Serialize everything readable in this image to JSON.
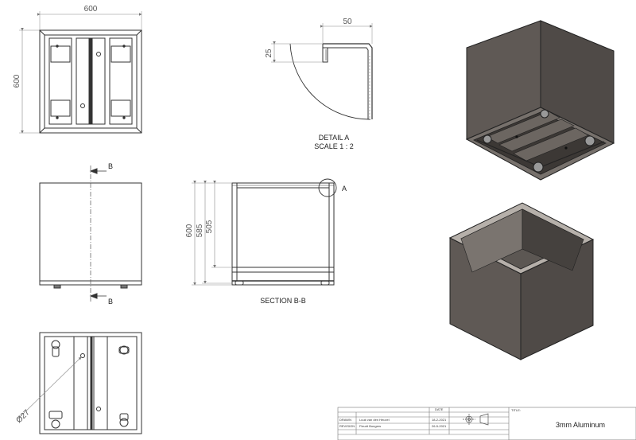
{
  "dimensions": {
    "top_width": "600",
    "top_height": "600",
    "detail_width": "50",
    "detail_height": "25",
    "section_total": "600",
    "section_inner": "585",
    "section_depth": "505",
    "diameter": "Ø27"
  },
  "labels": {
    "section_arrow_top": "B",
    "section_arrow_bottom": "B",
    "detail_marker": "A",
    "detail_title": "DETAIL A",
    "detail_scale": "SCALE 1 : 2",
    "section_title": "SECTION B-B"
  },
  "title_block": {
    "date_header": "DATE",
    "title_header": "TITLE:",
    "drawn_label": "DRAWN",
    "drawn_name": "Luuk van den Heuvel",
    "drawn_date": "18-2-2021",
    "revision_label": "REVISION",
    "revision_name": "Fleurit Bongers",
    "revision_date": "26-5-2021",
    "title": "3mm Aluminum"
  },
  "colors": {
    "line": "#333333",
    "dim": "#888888",
    "box_dark": "#5f5955",
    "box_mid": "#4f4a47",
    "box_light": "#77716c",
    "rim": "#b6b0aa"
  }
}
